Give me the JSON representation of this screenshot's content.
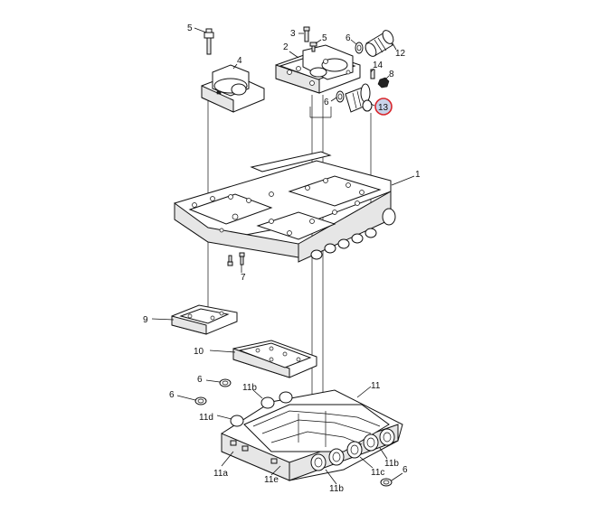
{
  "diagram": {
    "callouts": {
      "c1": "1",
      "c2": "2",
      "c3": "3",
      "c4": "4",
      "c5a": "5",
      "c5b": "5",
      "c6a": "6",
      "c6b": "6",
      "c6c": "6",
      "c6d": "6",
      "c6e": "6",
      "c7": "7",
      "c8": "8",
      "c9": "9",
      "c10": "10",
      "c11": "11",
      "c11a": "11a",
      "c11b_top": "11b",
      "c11b_bottom": "11b",
      "c11b_right": "11b",
      "c11c": "11c",
      "c11d": "11d",
      "c11e": "11e",
      "c12": "12",
      "c13": "13",
      "c14": "14"
    },
    "highlighted_callout": "13",
    "highlight_color": "#d9262b",
    "highlight_fill": "#c9d4ea"
  }
}
